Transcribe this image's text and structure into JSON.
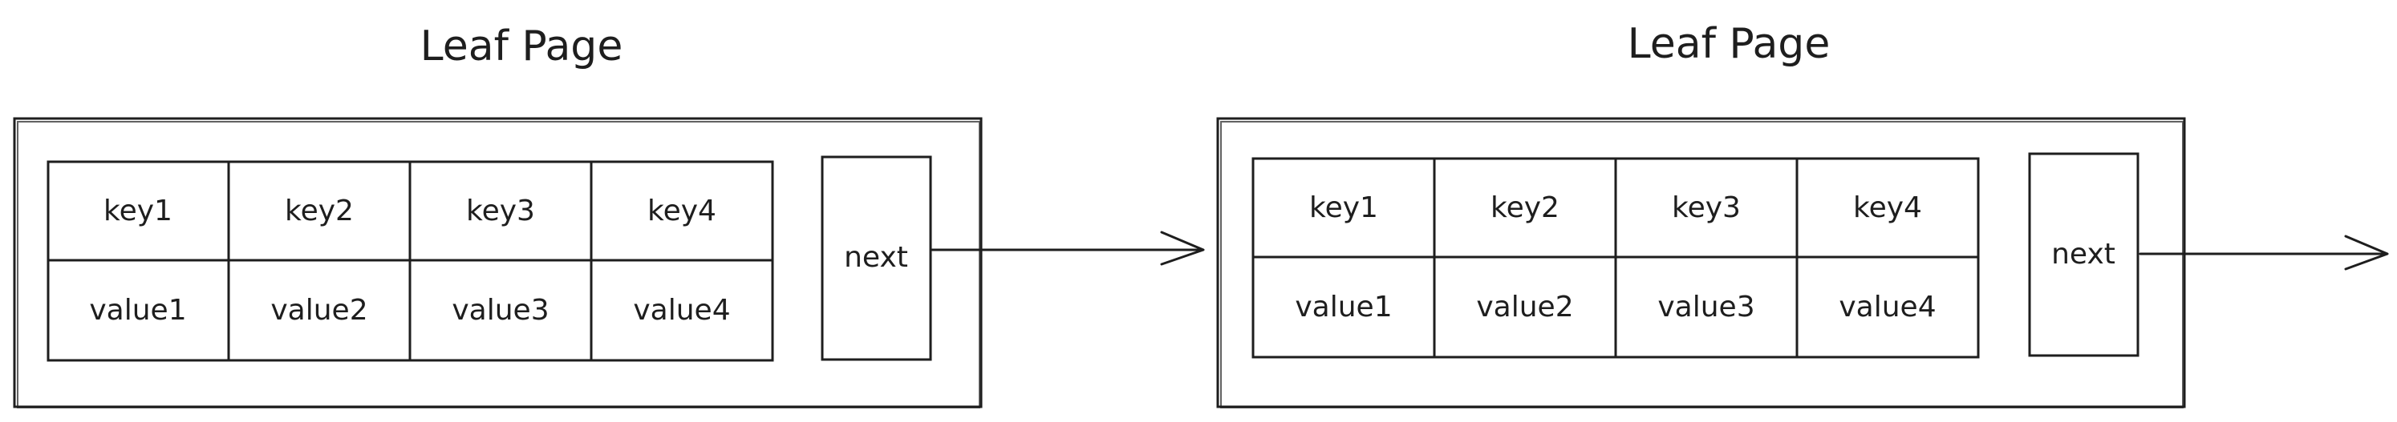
{
  "colors": {
    "key_fill": "#40c057",
    "value_fill": "#228be6",
    "next_fill": "#fd7e14",
    "stroke": "#1e1e1e",
    "background": "#ffffff"
  },
  "pages": [
    {
      "title": "Leaf Page",
      "keys": [
        "key1",
        "key2",
        "key3",
        "key4"
      ],
      "values": [
        "value1",
        "value2",
        "value3",
        "value4"
      ],
      "next_label": "next"
    },
    {
      "title": "Leaf Page",
      "keys": [
        "key1",
        "key2",
        "key3",
        "key4"
      ],
      "values": [
        "value1",
        "value2",
        "value3",
        "value4"
      ],
      "next_label": "next"
    }
  ]
}
